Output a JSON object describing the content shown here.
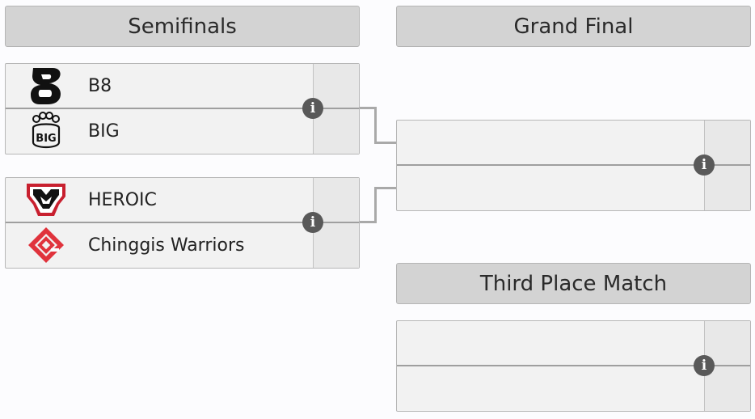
{
  "rounds": {
    "semifinals": "Semifinals",
    "grand_final": "Grand Final",
    "third_place": "Third Place Match"
  },
  "semifinal_1": {
    "team_top": {
      "name": "B8",
      "logo": "b8-logo"
    },
    "team_bottom": {
      "name": "BIG",
      "logo": "big-logo"
    }
  },
  "semifinal_2": {
    "team_top": {
      "name": "HEROIC",
      "logo": "heroic-logo"
    },
    "team_bottom": {
      "name": "Chinggis Warriors",
      "logo": "chinggis-warriors-logo"
    }
  },
  "grand_final_match": {
    "team_top": {
      "name": ""
    },
    "team_bottom": {
      "name": ""
    }
  },
  "third_place_match": {
    "team_top": {
      "name": ""
    },
    "team_bottom": {
      "name": ""
    }
  },
  "info_icon_glyph": "i",
  "colors": {
    "header_bg": "#d3d3d3",
    "match_bg": "#f2f2f2",
    "info_icon": "#595959",
    "heroic_red": "#c8202f",
    "chinggis_red": "#e0333c"
  }
}
